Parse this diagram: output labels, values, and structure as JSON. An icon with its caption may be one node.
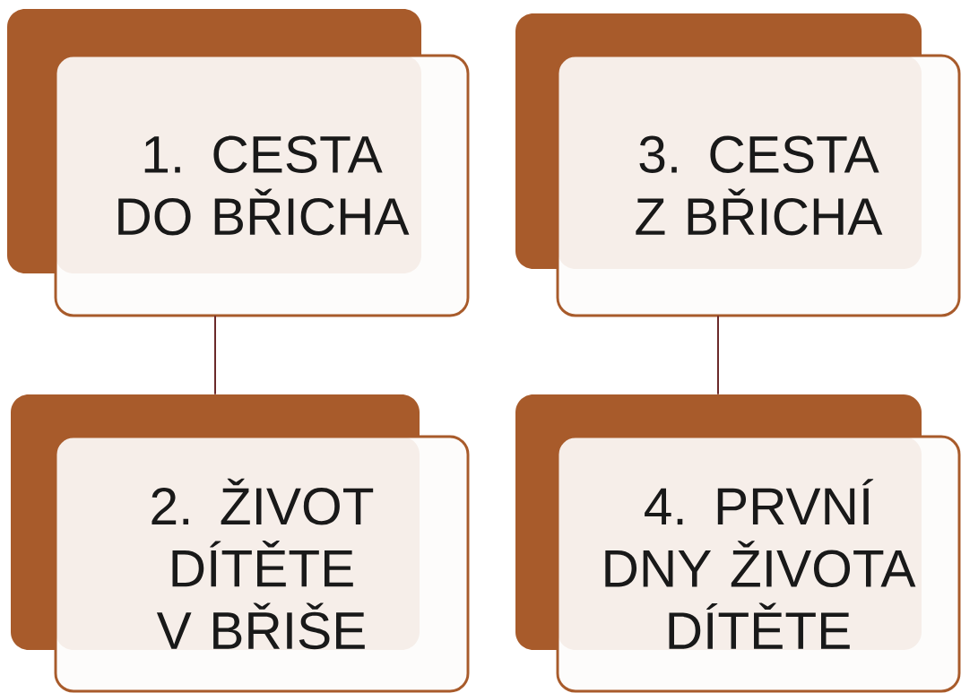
{
  "diagram": {
    "nodes": [
      {
        "text": [
          "1. CESTA DO BŘICHA"
        ]
      },
      {
        "text": [
          "3. CESTA Z BŘICHA"
        ]
      },
      {
        "text": [
          "2. ŽIVOT DÍTĚTE V BŘIŠE"
        ]
      },
      {
        "text": [
          "4. PRVNÍ DNY ŽIVOTA DÍTĚTE"
        ]
      }
    ],
    "edges": [
      {
        "from": 0,
        "to": 2,
        "arrow": "none"
      },
      {
        "from": 1,
        "to": 3,
        "arrow": "none"
      }
    ]
  }
}
